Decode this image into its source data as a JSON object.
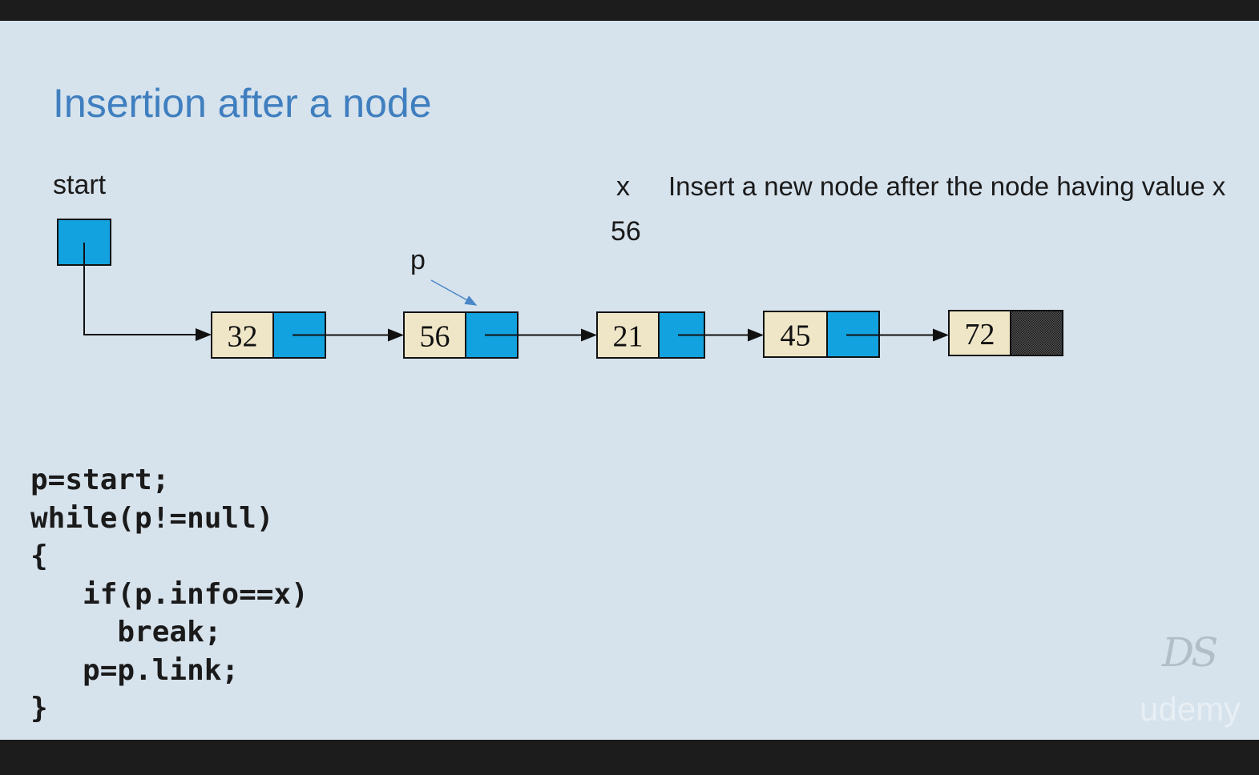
{
  "slide": {
    "title": "Insertion after a node",
    "start_label": "start",
    "x_label": "x",
    "instruction": "Insert a new node after the node having value x",
    "x_value": "56",
    "p_label": "p"
  },
  "list": {
    "nodes": [
      {
        "info": "32",
        "link": "next"
      },
      {
        "info": "56",
        "link": "next"
      },
      {
        "info": "21",
        "link": "next"
      },
      {
        "info": "45",
        "link": "next"
      },
      {
        "info": "72",
        "link": "null"
      }
    ],
    "pointer_p_target_index": 1
  },
  "code": {
    "lines": [
      "p=start;",
      "while(p!=null)",
      "{",
      "   if(p.info==x)",
      "     break;",
      "   p=p.link;",
      "}"
    ]
  },
  "colors": {
    "title": "#3f7fbf",
    "slide_background": "#d6e2ec",
    "info_cell": "#efe6c8",
    "link_cell": "#13a2e0",
    "null_link": "#333333"
  },
  "watermarks": {
    "logo": "DS",
    "brand": "udemy"
  }
}
